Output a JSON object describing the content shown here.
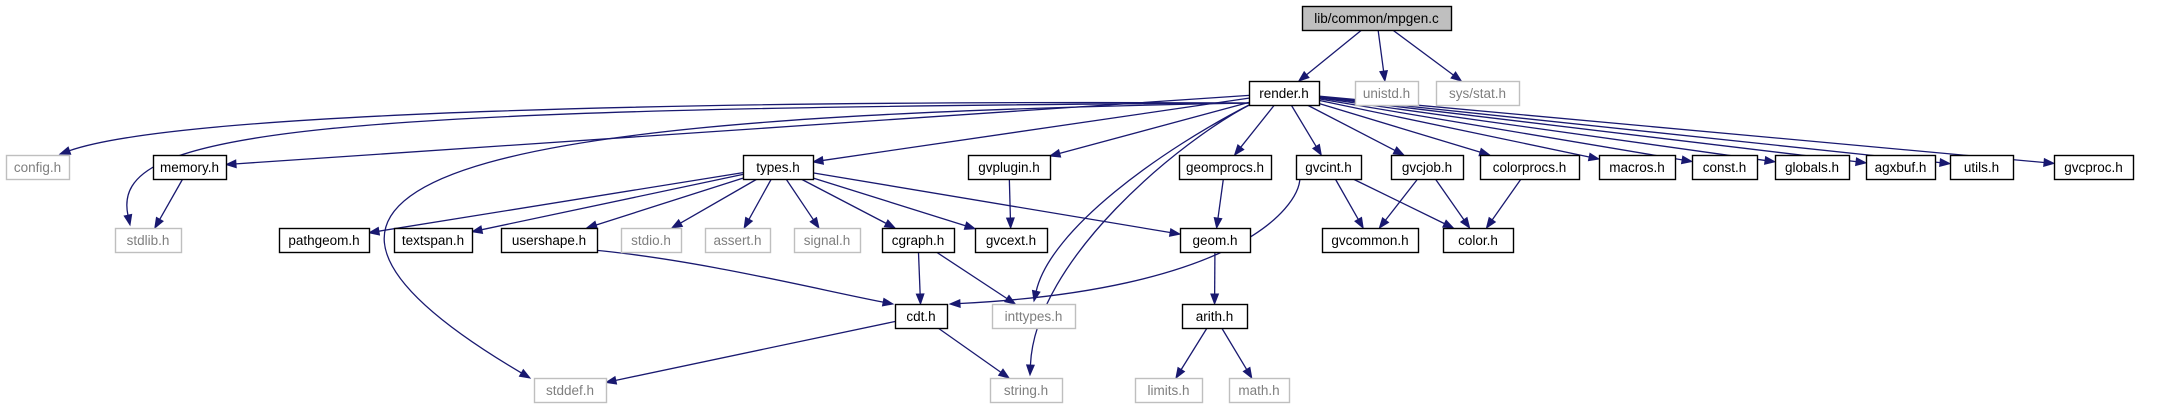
{
  "graph": {
    "nodes": [
      {
        "id": "mpgen_c",
        "label": "lib/common/mpgen.c",
        "style": "root"
      },
      {
        "id": "render_h",
        "label": "render.h",
        "style": "documented"
      },
      {
        "id": "unistd_h",
        "label": "unistd.h",
        "style": "external"
      },
      {
        "id": "sys_stat_h",
        "label": "sys/stat.h",
        "style": "external"
      },
      {
        "id": "config_h",
        "label": "config.h",
        "style": "external"
      },
      {
        "id": "stdlib_h",
        "label": "stdlib.h",
        "style": "external"
      },
      {
        "id": "memory_h",
        "label": "memory.h",
        "style": "documented"
      },
      {
        "id": "types_h",
        "label": "types.h",
        "style": "documented"
      },
      {
        "id": "gvplugin_h",
        "label": "gvplugin.h",
        "style": "documented"
      },
      {
        "id": "geomprocs_h",
        "label": "geomprocs.h",
        "style": "documented"
      },
      {
        "id": "gvcint_h",
        "label": "gvcint.h",
        "style": "documented"
      },
      {
        "id": "gvcjob_h",
        "label": "gvcjob.h",
        "style": "documented"
      },
      {
        "id": "colorprocs_h",
        "label": "colorprocs.h",
        "style": "documented"
      },
      {
        "id": "macros_h",
        "label": "macros.h",
        "style": "documented"
      },
      {
        "id": "const_h",
        "label": "const.h",
        "style": "documented"
      },
      {
        "id": "globals_h",
        "label": "globals.h",
        "style": "documented"
      },
      {
        "id": "agxbuf_h",
        "label": "agxbuf.h",
        "style": "documented"
      },
      {
        "id": "utils_h",
        "label": "utils.h",
        "style": "documented"
      },
      {
        "id": "gvcproc_h",
        "label": "gvcproc.h",
        "style": "documented"
      },
      {
        "id": "pathgeom_h",
        "label": "pathgeom.h",
        "style": "documented"
      },
      {
        "id": "textspan_h",
        "label": "textspan.h",
        "style": "documented"
      },
      {
        "id": "usershape_h",
        "label": "usershape.h",
        "style": "documented"
      },
      {
        "id": "stdio_h",
        "label": "stdio.h",
        "style": "external"
      },
      {
        "id": "assert_h",
        "label": "assert.h",
        "style": "external"
      },
      {
        "id": "signal_h",
        "label": "signal.h",
        "style": "external"
      },
      {
        "id": "cgraph_h",
        "label": "cgraph.h",
        "style": "documented"
      },
      {
        "id": "gvcext_h",
        "label": "gvcext.h",
        "style": "documented"
      },
      {
        "id": "geom_h",
        "label": "geom.h",
        "style": "documented"
      },
      {
        "id": "gvcommon_h",
        "label": "gvcommon.h",
        "style": "documented"
      },
      {
        "id": "color_h",
        "label": "color.h",
        "style": "documented"
      },
      {
        "id": "cdt_h",
        "label": "cdt.h",
        "style": "documented"
      },
      {
        "id": "inttypes_h",
        "label": "inttypes.h",
        "style": "external"
      },
      {
        "id": "arith_h",
        "label": "arith.h",
        "style": "documented"
      },
      {
        "id": "stddef_h",
        "label": "stddef.h",
        "style": "external"
      },
      {
        "id": "string_h",
        "label": "string.h",
        "style": "external"
      },
      {
        "id": "limits_h",
        "label": "limits.h",
        "style": "external"
      },
      {
        "id": "math_h",
        "label": "math.h",
        "style": "external"
      }
    ],
    "edges": [
      [
        "mpgen_c",
        "render_h"
      ],
      [
        "mpgen_c",
        "unistd_h"
      ],
      [
        "mpgen_c",
        "sys_stat_h"
      ],
      [
        "render_h",
        "config_h"
      ],
      [
        "render_h",
        "stdlib_h"
      ],
      [
        "render_h",
        "memory_h"
      ],
      [
        "render_h",
        "types_h"
      ],
      [
        "render_h",
        "gvplugin_h"
      ],
      [
        "render_h",
        "geomprocs_h"
      ],
      [
        "render_h",
        "gvcint_h"
      ],
      [
        "render_h",
        "gvcjob_h"
      ],
      [
        "render_h",
        "colorprocs_h"
      ],
      [
        "render_h",
        "macros_h"
      ],
      [
        "render_h",
        "const_h"
      ],
      [
        "render_h",
        "globals_h"
      ],
      [
        "render_h",
        "agxbuf_h"
      ],
      [
        "render_h",
        "utils_h"
      ],
      [
        "render_h",
        "gvcproc_h"
      ],
      [
        "render_h",
        "stddef_h"
      ],
      [
        "render_h",
        "inttypes_h"
      ],
      [
        "render_h",
        "string_h"
      ],
      [
        "memory_h",
        "stdlib_h"
      ],
      [
        "types_h",
        "pathgeom_h"
      ],
      [
        "types_h",
        "textspan_h"
      ],
      [
        "types_h",
        "usershape_h"
      ],
      [
        "types_h",
        "stdio_h"
      ],
      [
        "types_h",
        "assert_h"
      ],
      [
        "types_h",
        "signal_h"
      ],
      [
        "types_h",
        "cgraph_h"
      ],
      [
        "types_h",
        "gvcext_h"
      ],
      [
        "types_h",
        "geom_h"
      ],
      [
        "gvplugin_h",
        "gvcext_h"
      ],
      [
        "geomprocs_h",
        "geom_h"
      ],
      [
        "gvcint_h",
        "gvcommon_h"
      ],
      [
        "gvcint_h",
        "color_h"
      ],
      [
        "gvcint_h",
        "cdt_h"
      ],
      [
        "gvcjob_h",
        "gvcommon_h"
      ],
      [
        "gvcjob_h",
        "color_h"
      ],
      [
        "colorprocs_h",
        "color_h"
      ],
      [
        "usershape_h",
        "cdt_h"
      ],
      [
        "cgraph_h",
        "cdt_h"
      ],
      [
        "cgraph_h",
        "inttypes_h"
      ],
      [
        "geom_h",
        "arith_h"
      ],
      [
        "cdt_h",
        "stddef_h"
      ],
      [
        "cdt_h",
        "string_h"
      ],
      [
        "arith_h",
        "limits_h"
      ],
      [
        "arith_h",
        "math_h"
      ]
    ]
  },
  "colors": {
    "edge": "#191970",
    "documented_border": "#000000",
    "external_border": "#bfbfbf",
    "external_text": "#7f7f7f",
    "root_fill": "#bfbfbf",
    "node_fill": "#ffffff",
    "text": "#000000"
  }
}
